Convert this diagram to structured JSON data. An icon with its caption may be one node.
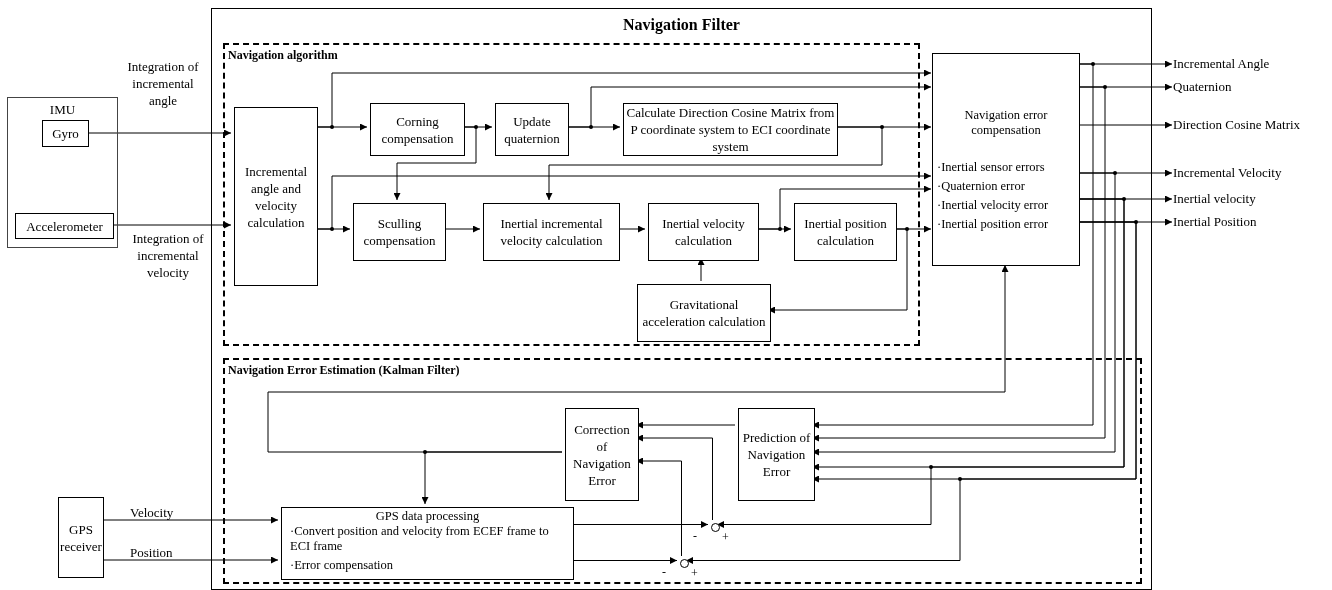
{
  "diagram": {
    "nodes": [
      {
        "text": [
          "Navigation Filter"
        ]
      },
      {
        "text": [
          "IMU"
        ]
      },
      {
        "text": [
          "Gyro"
        ],
        "in": 1
      },
      {
        "text": [
          "Accelerometer"
        ],
        "in": 1
      },
      {
        "text": [
          "Navigation algorithm"
        ],
        "in": 0
      },
      {
        "text": [
          "Incremental angle and velocity calculation"
        ],
        "in": 4
      },
      {
        "text": [
          "Corning compensation"
        ],
        "in": 4
      },
      {
        "text": [
          "Update quaternion"
        ],
        "in": 4
      },
      {
        "text": [
          "Calculate Direction Cosine Matrix from P coordinate system to ECI coordinate system"
        ],
        "in": 4
      },
      {
        "text": [
          "Sculling compensation"
        ],
        "in": 4
      },
      {
        "text": [
          "Inertial incremental velocity calculation"
        ],
        "in": 4
      },
      {
        "text": [
          "Inertial velocity calculation"
        ],
        "in": 4
      },
      {
        "text": [
          "Inertial position calculation"
        ],
        "in": 4
      },
      {
        "text": [
          "Gravitational acceleration calculation"
        ],
        "in": 4
      },
      {
        "text": [
          "Navigation error compensation",
          "·Inertial sensor errors",
          "·Quaternion error",
          "·Inertial velocity error",
          "·Inertial position error"
        ],
        "in": 0
      },
      {
        "text": [
          "Navigation Error Estimation (Kalman Filter)"
        ],
        "in": 0
      },
      {
        "text": [
          "Correction of Navigation Error"
        ],
        "in": 15
      },
      {
        "text": [
          "Prediction of Navigation Error"
        ],
        "in": 15
      },
      {
        "text": [
          "GPS data processing",
          "·Convert position and velocity from ECEF frame to ECI frame",
          "·Error compensation"
        ],
        "in": 15
      },
      {
        "text": [
          "GPS receiver"
        ]
      },
      {
        "text": [],
        "shape": "circle",
        "in": 15
      },
      {
        "text": [],
        "shape": "circle",
        "in": 15
      },
      {
        "text": [
          "Incremental Angle"
        ]
      },
      {
        "text": [
          "Quaternion"
        ]
      },
      {
        "text": [
          "Direction Cosine Matrix"
        ]
      },
      {
        "text": [
          "Incremental Velocity"
        ]
      },
      {
        "text": [
          "Inertial velocity"
        ]
      },
      {
        "text": [
          "Inertial Position"
        ]
      }
    ],
    "edges": [
      {
        "from": 2,
        "to": 5,
        "arrow": "to",
        "label": "Integration of incremental angle"
      },
      {
        "from": 3,
        "to": 5,
        "arrow": "to",
        "label": "Integration of incremental velocity"
      },
      {
        "from": 5,
        "to": 6,
        "arrow": "to"
      },
      {
        "from": 5,
        "to": 14,
        "arrow": "to"
      },
      {
        "from": 5,
        "to": 9,
        "arrow": "to"
      },
      {
        "from": 5,
        "to": 14,
        "arrow": "to"
      },
      {
        "from": 6,
        "to": 7,
        "arrow": "to"
      },
      {
        "from": 6,
        "to": 9,
        "arrow": "to"
      },
      {
        "from": 7,
        "to": 8,
        "arrow": "to"
      },
      {
        "from": 7,
        "to": 14,
        "arrow": "to"
      },
      {
        "from": 8,
        "to": 14,
        "arrow": "to"
      },
      {
        "from": 8,
        "to": 10,
        "arrow": "to"
      },
      {
        "from": 9,
        "to": 10,
        "arrow": "to"
      },
      {
        "from": 10,
        "to": 11,
        "arrow": "to"
      },
      {
        "from": 11,
        "to": 12,
        "arrow": "to"
      },
      {
        "from": 11,
        "to": 14,
        "arrow": "to"
      },
      {
        "from": 12,
        "to": 14,
        "arrow": "to"
      },
      {
        "from": 12,
        "to": 13,
        "arrow": "to"
      },
      {
        "from": 13,
        "to": 11,
        "arrow": "to"
      },
      {
        "from": 14,
        "to": 22,
        "arrow": "to"
      },
      {
        "from": 14,
        "to": 23,
        "arrow": "to"
      },
      {
        "from": 14,
        "to": 24,
        "arrow": "to"
      },
      {
        "from": 14,
        "to": 25,
        "arrow": "to"
      },
      {
        "from": 14,
        "to": 26,
        "arrow": "to"
      },
      {
        "from": 14,
        "to": 27,
        "arrow": "to"
      },
      {
        "from": 14,
        "to": 17,
        "arrow": "to"
      },
      {
        "from": 14,
        "to": 17,
        "arrow": "to"
      },
      {
        "from": 14,
        "to": 17,
        "arrow": "to"
      },
      {
        "from": 14,
        "to": 17,
        "arrow": "to"
      },
      {
        "from": 14,
        "to": 17,
        "arrow": "to"
      },
      {
        "from": 14,
        "to": 20,
        "arrow": "to"
      },
      {
        "from": 14,
        "to": 21,
        "arrow": "to"
      },
      {
        "from": 17,
        "to": 16,
        "arrow": "to"
      },
      {
        "from": 20,
        "to": 16,
        "arrow": "to"
      },
      {
        "from": 21,
        "to": 16,
        "arrow": "to"
      },
      {
        "from": 16,
        "to": 18,
        "arrow": "to"
      },
      {
        "from": 16,
        "to": 14,
        "arrow": "to"
      },
      {
        "from": 19,
        "to": 18,
        "arrow": "to",
        "label": "Velocity"
      },
      {
        "from": 19,
        "to": 18,
        "arrow": "to",
        "label": "Position"
      },
      {
        "from": 18,
        "to": 20,
        "arrow": "to"
      },
      {
        "from": 18,
        "to": 21,
        "arrow": "to"
      }
    ],
    "labels": [
      "-",
      "+",
      "-",
      "+"
    ]
  }
}
